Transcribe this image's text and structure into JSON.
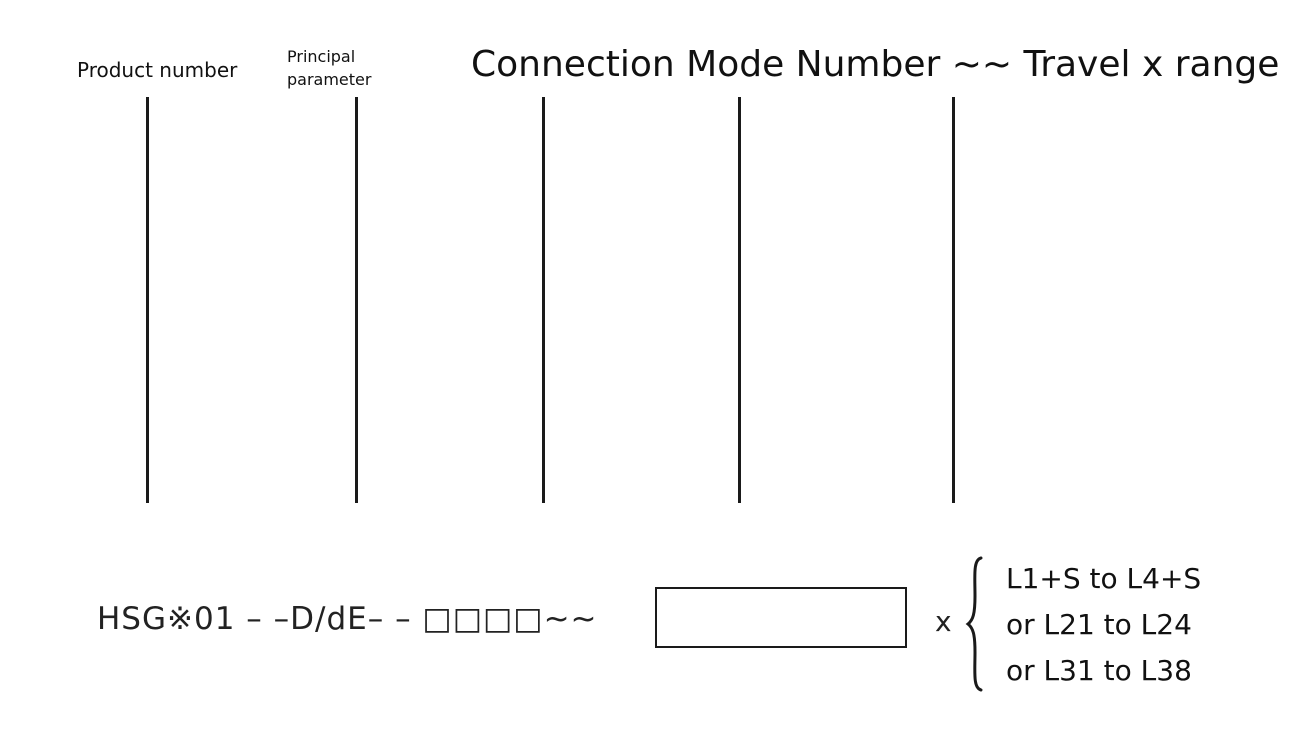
{
  "headers": {
    "product_number": "Product number",
    "principal_parameter_line1": "Principal",
    "principal_parameter_line2": "parameter",
    "connection_mode": "Connection Mode Number ~~ Travel x range"
  },
  "model_code": {
    "text": "HSG※01 – –D/dE– – □□□□~~",
    "multiply_sign": "x"
  },
  "range_options": [
    "L1+S to L4+S",
    "or L21 to L24",
    "or L31 to L38"
  ],
  "colors": {
    "line": "#1a1a1a",
    "text": "#111111",
    "background": "#ffffff"
  }
}
